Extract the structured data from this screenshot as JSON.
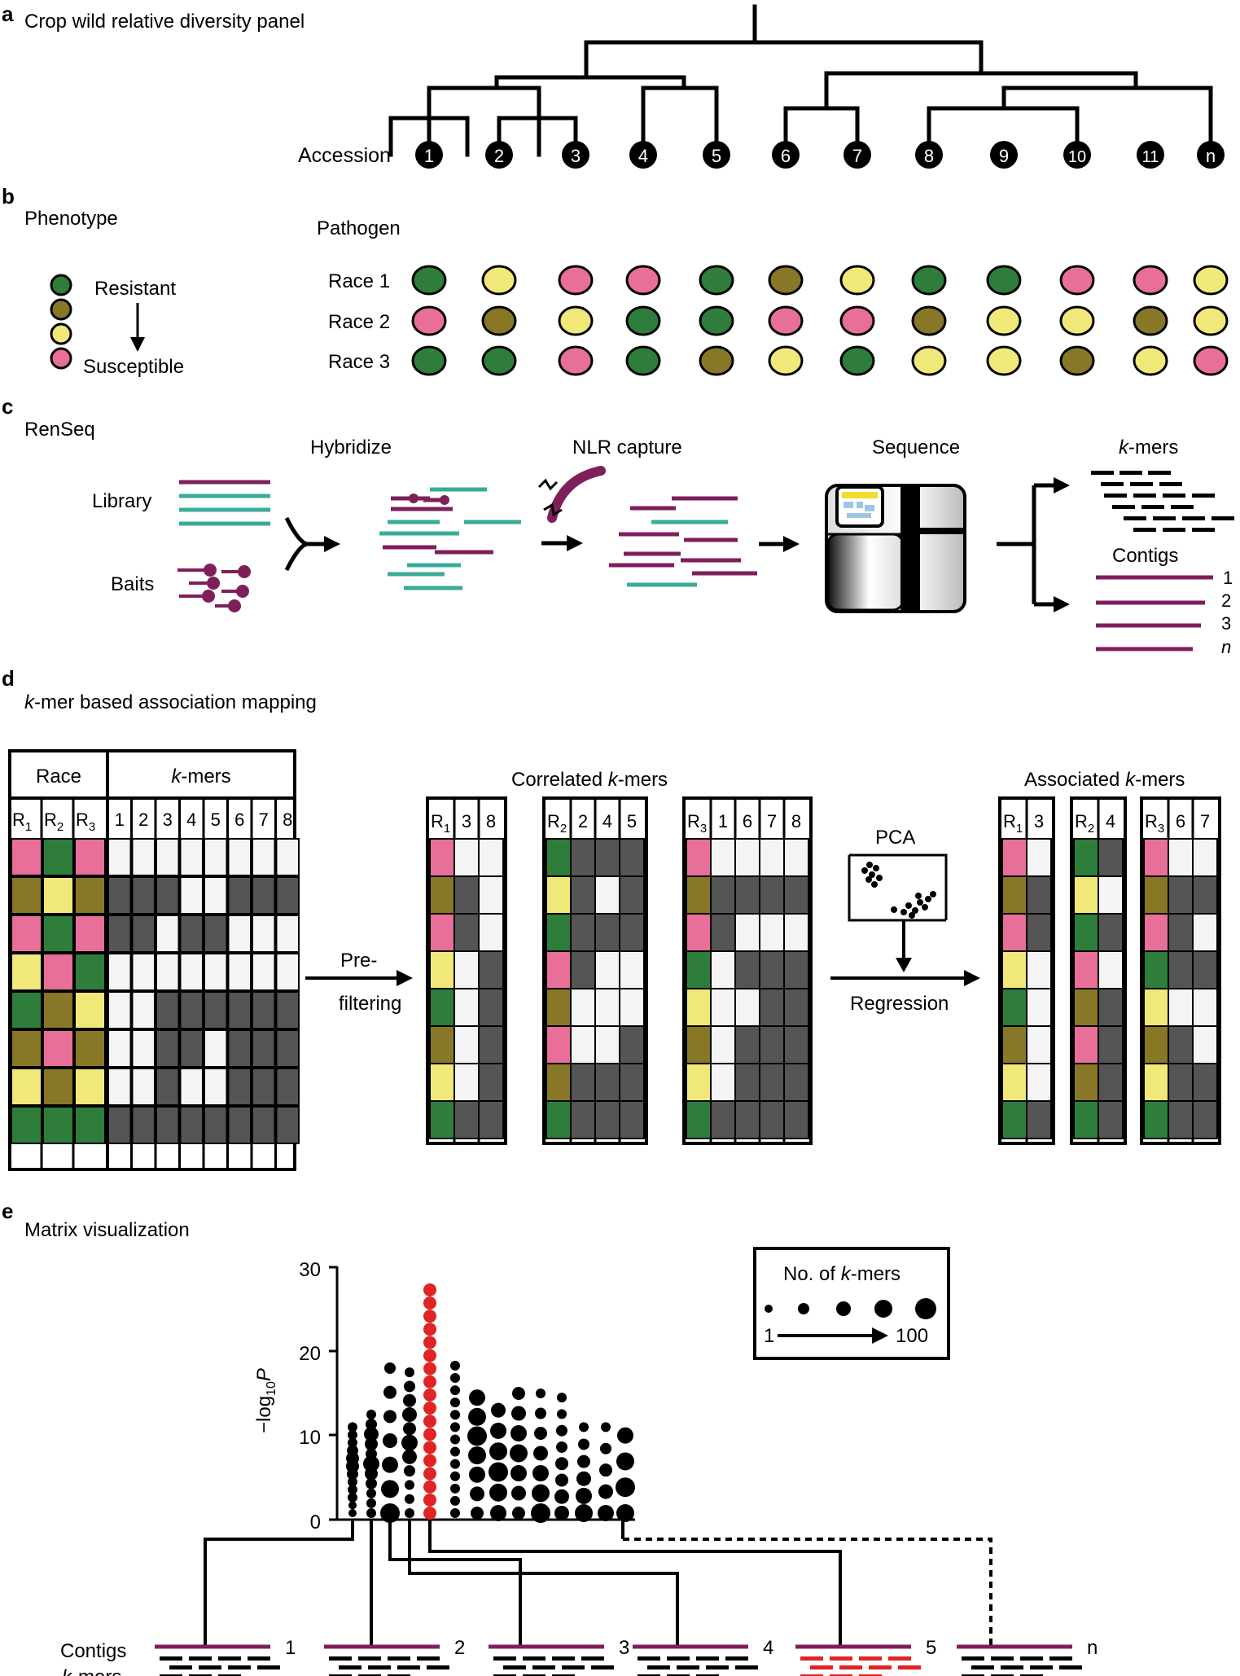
{
  "colors": {
    "resistant": "#2e7d3b",
    "moderate": "#887726",
    "light": "#f1e87a",
    "susceptible": "#e76f98",
    "nlr": "#7e1f5b",
    "bait": "#7e1f5b",
    "library_teal": "#3aab98",
    "kmer_dark": "#555555",
    "kmer_light": "#f4f4f4",
    "highlight": "#e02424"
  },
  "panel_a": {
    "letter": "a",
    "title": "Crop wild relative diversity panel",
    "accession_label": "Accession",
    "accessions": [
      "1",
      "2",
      "3",
      "4",
      "5",
      "6",
      "7",
      "8",
      "9",
      "10",
      "11",
      "n"
    ]
  },
  "panel_b": {
    "letter": "b",
    "title": "Phenotype",
    "pathogen_label": "Pathogen",
    "legend_resistant": "Resistant",
    "legend_susceptible": "Susceptible",
    "races": [
      {
        "label": "Race 1",
        "phenotypes": [
          "R",
          "L",
          "S",
          "S",
          "R",
          "M",
          "L",
          "R",
          "R",
          "S",
          "S",
          "L"
        ]
      },
      {
        "label": "Race 2",
        "phenotypes": [
          "S",
          "M",
          "L",
          "R",
          "R",
          "S",
          "S",
          "M",
          "L",
          "L",
          "M",
          "L"
        ]
      },
      {
        "label": "Race 3",
        "phenotypes": [
          "R",
          "R",
          "S",
          "R",
          "M",
          "L",
          "R",
          "L",
          "L",
          "M",
          "L",
          "S"
        ]
      }
    ]
  },
  "panel_c": {
    "letter": "c",
    "title": "RenSeq",
    "library": "Library",
    "baits": "Baits",
    "hybridize": "Hybridize",
    "capture_prefix": "NLR capture",
    "sequence": "Sequence",
    "kmers_k": "k",
    "kmers_rest": "-mers",
    "contigs": "Contigs",
    "contig_numbers": [
      "1",
      "2",
      "3",
      "n"
    ]
  },
  "panel_d": {
    "letter": "d",
    "title_k": "k",
    "title_rest": "-mer based association mapping",
    "race_header": "Race",
    "kmers_header_k": "k",
    "kmers_header_rest": "-mers",
    "race_cols": [
      "1",
      "2",
      "3"
    ],
    "kmer_cols": [
      "1",
      "2",
      "3",
      "4",
      "5",
      "6",
      "7",
      "8"
    ],
    "race_matrix": [
      [
        "S",
        "R",
        "S"
      ],
      [
        "M",
        "L",
        "M"
      ],
      [
        "S",
        "R",
        "S"
      ],
      [
        "L",
        "S",
        "R"
      ],
      [
        "R",
        "M",
        "L"
      ],
      [
        "M",
        "S",
        "M"
      ],
      [
        "L",
        "M",
        "L"
      ],
      [
        "R",
        "R",
        "R"
      ]
    ],
    "kmer_matrix": [
      [
        1,
        1,
        1,
        1,
        1,
        1,
        1,
        1
      ],
      [
        0,
        0,
        0,
        1,
        1,
        0,
        0,
        0
      ],
      [
        0,
        0,
        1,
        0,
        0,
        1,
        1,
        1
      ],
      [
        1,
        1,
        1,
        1,
        1,
        1,
        1,
        1
      ],
      [
        1,
        1,
        0,
        0,
        0,
        0,
        0,
        0
      ],
      [
        1,
        1,
        0,
        0,
        1,
        0,
        0,
        0
      ],
      [
        1,
        1,
        0,
        1,
        1,
        0,
        0,
        0
      ],
      [
        0,
        0,
        0,
        0,
        0,
        0,
        0,
        0
      ]
    ],
    "prefilter_line1": "Pre-",
    "prefilter_line2": "filtering",
    "correlated_prefix": "Correlated ",
    "correlated_k": "k",
    "correlated_rest": "-mers",
    "correlated_groups": [
      {
        "race": "1",
        "kmers": [
          "3",
          "8"
        ],
        "race_col": [
          "S",
          "M",
          "S",
          "L",
          "R",
          "M",
          "L",
          "R"
        ],
        "kmer_cells": [
          [
            1,
            1
          ],
          [
            0,
            1
          ],
          [
            0,
            1
          ],
          [
            1,
            0
          ],
          [
            1,
            0
          ],
          [
            1,
            0
          ],
          [
            1,
            0
          ],
          [
            0,
            0
          ]
        ]
      },
      {
        "race": "2",
        "kmers": [
          "2",
          "4",
          "5"
        ],
        "race_col": [
          "R",
          "L",
          "R",
          "S",
          "M",
          "S",
          "M",
          "R"
        ],
        "kmer_cells": [
          [
            0,
            0,
            0
          ],
          [
            0,
            1,
            0
          ],
          [
            0,
            0,
            0
          ],
          [
            0,
            1,
            1
          ],
          [
            1,
            1,
            1
          ],
          [
            1,
            1,
            0
          ],
          [
            0,
            0,
            0
          ],
          [
            0,
            0,
            0
          ]
        ]
      },
      {
        "race": "3",
        "kmers": [
          "1",
          "6",
          "7",
          "8"
        ],
        "race_col": [
          "S",
          "M",
          "S",
          "R",
          "L",
          "M",
          "L",
          "R"
        ],
        "kmer_cells": [
          [
            1,
            1,
            1,
            1
          ],
          [
            0,
            0,
            0,
            0
          ],
          [
            0,
            1,
            1,
            1
          ],
          [
            1,
            0,
            0,
            0
          ],
          [
            1,
            1,
            0,
            0
          ],
          [
            1,
            0,
            0,
            0
          ],
          [
            1,
            0,
            0,
            0
          ],
          [
            0,
            0,
            0,
            0
          ]
        ]
      }
    ],
    "pca": "PCA",
    "regression": "Regression",
    "associated_prefix": "Associated ",
    "associated_k": "k",
    "associated_rest": "-mers",
    "associated_groups": [
      {
        "race": "1",
        "kmers": [
          "3"
        ],
        "race_col": [
          "S",
          "M",
          "S",
          "L",
          "R",
          "M",
          "L",
          "R"
        ],
        "kmer_cells": [
          [
            1
          ],
          [
            0
          ],
          [
            0
          ],
          [
            1
          ],
          [
            1
          ],
          [
            1
          ],
          [
            1
          ],
          [
            0
          ]
        ]
      },
      {
        "race": "2",
        "kmers": [
          "4"
        ],
        "race_col": [
          "R",
          "L",
          "R",
          "S",
          "M",
          "S",
          "M",
          "R"
        ],
        "kmer_cells": [
          [
            0
          ],
          [
            1
          ],
          [
            0
          ],
          [
            1
          ],
          [
            0
          ],
          [
            0
          ],
          [
            0
          ],
          [
            0
          ]
        ]
      },
      {
        "race": "3",
        "kmers": [
          "6",
          "7"
        ],
        "race_col": [
          "S",
          "M",
          "S",
          "R",
          "L",
          "M",
          "L",
          "R"
        ],
        "kmer_cells": [
          [
            1,
            1
          ],
          [
            0,
            0
          ],
          [
            0,
            1
          ],
          [
            0,
            0
          ],
          [
            1,
            1
          ],
          [
            0,
            1
          ],
          [
            0,
            0
          ],
          [
            0,
            0
          ]
        ]
      }
    ]
  },
  "panel_e": {
    "letter": "e",
    "title": "Matrix visualization",
    "ylabel_base": "−log",
    "ylabel_sub": "10",
    "ylabel_var": "P",
    "yticks": [
      "0",
      "10",
      "20",
      "30"
    ],
    "legend_title_prefix": "No. of ",
    "legend_title_k": "k",
    "legend_title_rest": "-mers",
    "legend_min": "1",
    "legend_max": "100",
    "contigs_label": "Contigs",
    "kmers_label_k": "k",
    "kmers_label_rest": "-mers",
    "contig_numbers": [
      "1",
      "2",
      "3",
      "4",
      "5",
      "n"
    ]
  }
}
